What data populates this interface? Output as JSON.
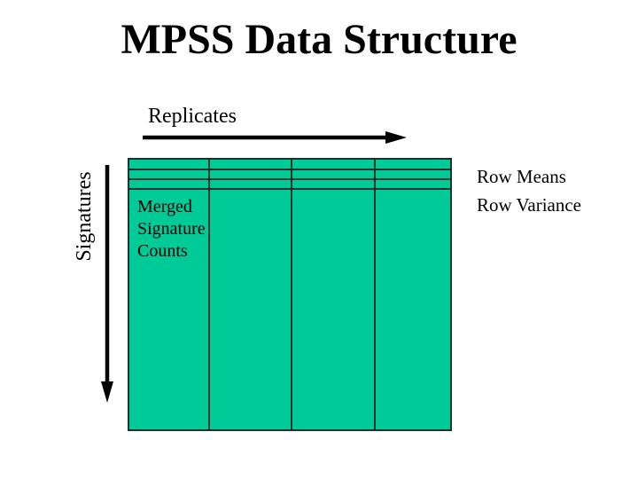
{
  "slide": {
    "title": "MPSS Data Structure",
    "background_color": "#ffffff",
    "text_color": "#000000"
  },
  "diagram": {
    "replicates_label": "Replicates",
    "signatures_label": "Signatures",
    "merged_counts_label": "Merged Signature Counts",
    "row_means_label": "Row Means",
    "row_variance_label": "Row Variance",
    "arrow_color": "#000000",
    "table": {
      "columns": 4,
      "header_rows": 3,
      "body_rows": 1,
      "fill_color": "#00CA97",
      "border_color": "#0e352b"
    }
  }
}
